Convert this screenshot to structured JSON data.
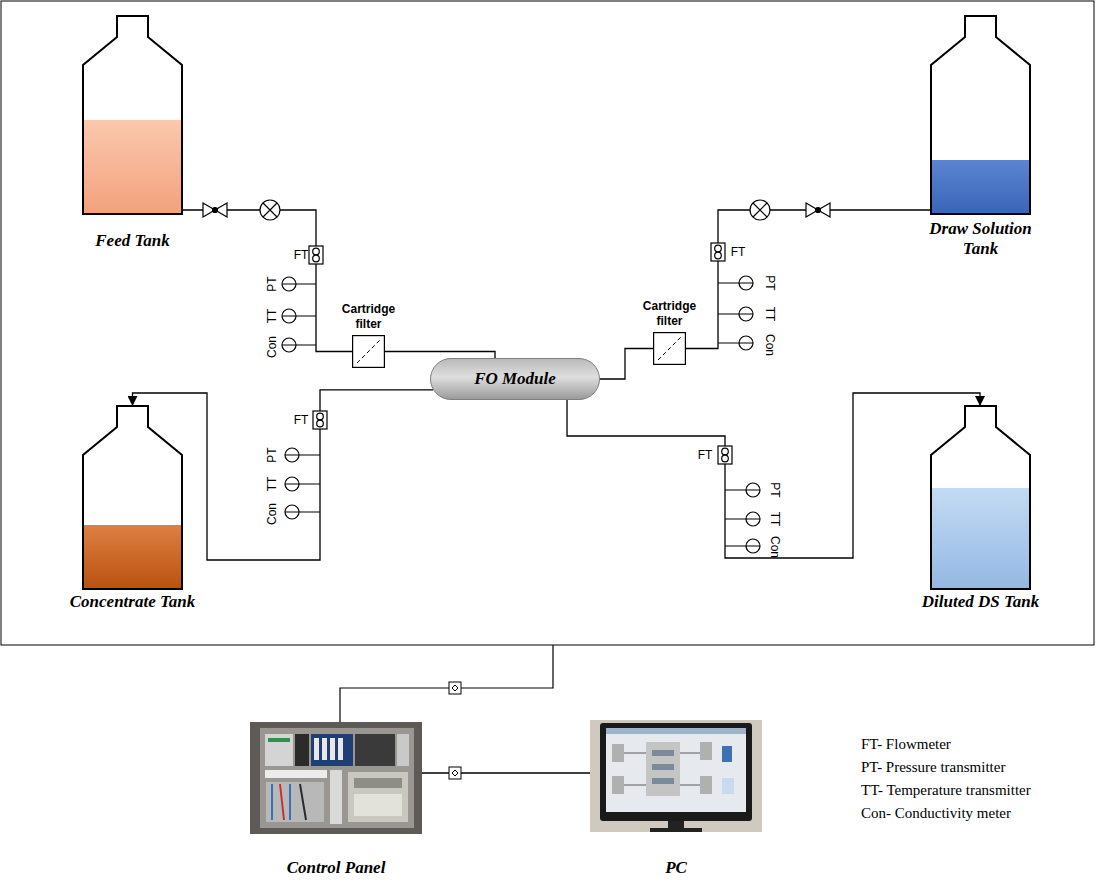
{
  "diagram": {
    "nodes": [
      {
        "text": [
          "Feed Tank"
        ]
      },
      {
        "text": [
          "Draw Solution Tank"
        ]
      },
      {
        "text": [
          "Cartridge filter"
        ]
      },
      {
        "text": [
          "Cartridge filter"
        ]
      },
      {
        "text": [
          "FO Module"
        ]
      },
      {
        "text": [
          "Concentrate Tank"
        ]
      },
      {
        "text": [
          "Diluted DS Tank"
        ]
      },
      {
        "text": [
          "Control Panel"
        ]
      },
      {
        "text": [
          "PC"
        ]
      }
    ],
    "edges": [
      {
        "from": 0,
        "to": 2,
        "arrow": "none"
      },
      {
        "from": 2,
        "to": 4,
        "arrow": "none"
      },
      {
        "from": 1,
        "to": 3,
        "arrow": "none"
      },
      {
        "from": 3,
        "to": 4,
        "arrow": "none"
      },
      {
        "from": 4,
        "to": 5,
        "arrow": "to"
      },
      {
        "from": 4,
        "to": 6,
        "arrow": "to"
      },
      {
        "from": 7,
        "to": 8,
        "arrow": "none"
      }
    ],
    "labels": [
      "FT",
      "PT",
      "TT",
      "Con",
      "FT",
      "PT",
      "TT",
      "Con",
      "FT",
      "PT",
      "TT",
      "Con",
      "FT",
      "PT",
      "TT",
      "Con",
      "FT- Flowmeter",
      "PT- Pressure transmitter",
      "TT- Temperature transmitter",
      "Con- Conductivity meter"
    ]
  }
}
